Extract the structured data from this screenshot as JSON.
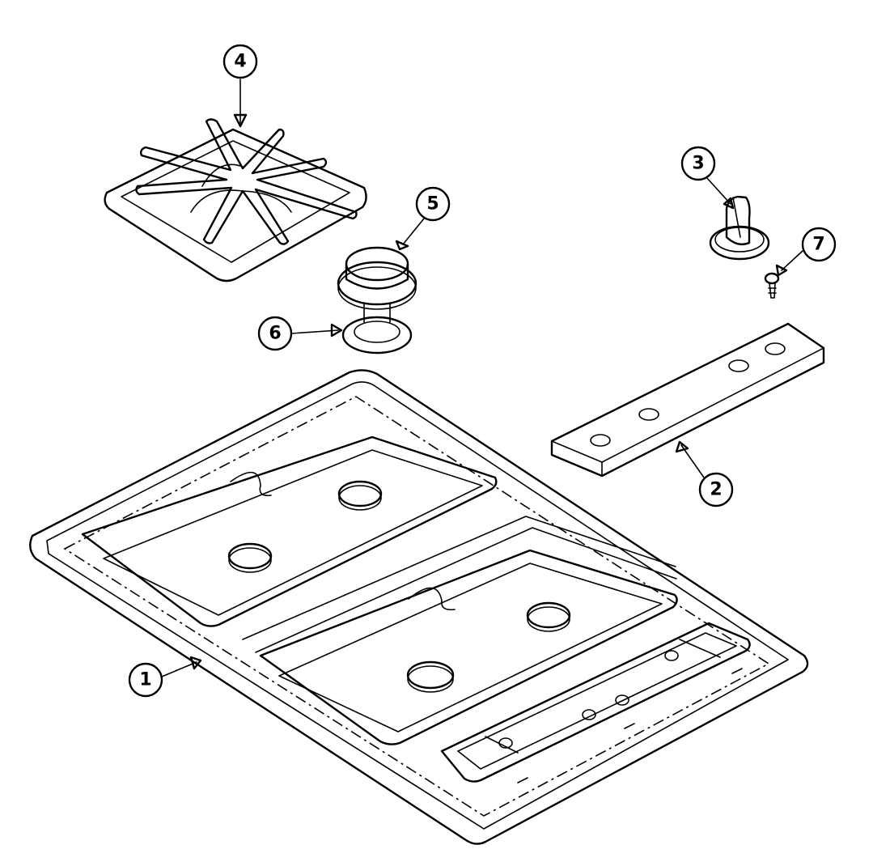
{
  "diagram": {
    "callouts": [
      {
        "id": "1",
        "label": "1"
      },
      {
        "id": "2",
        "label": "2"
      },
      {
        "id": "3",
        "label": "3"
      },
      {
        "id": "4",
        "label": "4"
      },
      {
        "id": "5",
        "label": "5"
      },
      {
        "id": "6",
        "label": "6"
      },
      {
        "id": "7",
        "label": "7"
      }
    ],
    "parts": [
      "cooktop",
      "control-panel",
      "control-knob",
      "burner-grate",
      "burner-head",
      "burner-seal",
      "screw"
    ]
  }
}
